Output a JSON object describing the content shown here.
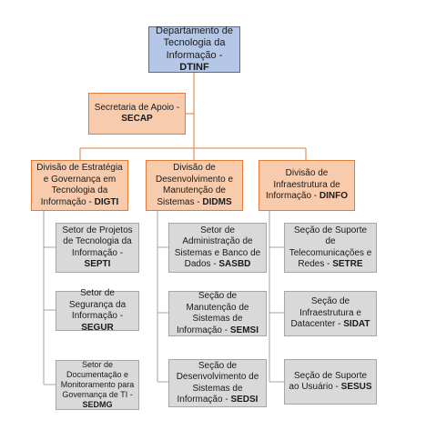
{
  "org_chart": {
    "root": {
      "title": "Departamento de Tecnologia da Informação - ",
      "code": "DTINF"
    },
    "support": {
      "title": "Secretaria de Apoio - ",
      "code": "SECAP"
    },
    "divisions": [
      {
        "title": "Divisão de Estratégia e Governança em Tecnologia da Informação - ",
        "code": "DIGTI",
        "units": [
          {
            "title": "Setor de Projetos de Tecnologia da Informação - ",
            "code": "SEPTI"
          },
          {
            "title": "Setor de Segurança da Informação - ",
            "code": "SEGUR"
          },
          {
            "title": "Setor de Documentação e Monitoramento para Governança de TI - ",
            "code": "SEDMG"
          }
        ]
      },
      {
        "title": "Divisão de Desenvolvimento e Manutenção de Sistemas - ",
        "code": "DIDMS",
        "units": [
          {
            "title": "Setor de Administração de Sistemas e Banco de Dados - ",
            "code": "SASBD"
          },
          {
            "title": "Seção de Manutenção de Sistemas de Informação - ",
            "code": "SEMSI"
          },
          {
            "title": "Seção de Desenvolvimento de Sistemas de Informação - ",
            "code": "SEDSI"
          }
        ]
      },
      {
        "title": "Divisão de Infraestrutura de Informação - ",
        "code": "DINFO",
        "units": [
          {
            "title": "Seção de Suporte de Telecomunicações e Redes - ",
            "code": "SETRE"
          },
          {
            "title": "Seção de Infraestrutura e Datacenter - ",
            "code": "SIDAT"
          },
          {
            "title": "Seção de Suporte ao Usuário - ",
            "code": "SESUS"
          }
        ]
      }
    ],
    "colors": {
      "root_fill": "#b4c7e7",
      "root_border": "#4b6bb0",
      "orange_fill": "#f8cbad",
      "orange_border": "#e07b39",
      "grey_fill": "#d9d9d9",
      "grey_border": "#a6a6a6"
    }
  }
}
